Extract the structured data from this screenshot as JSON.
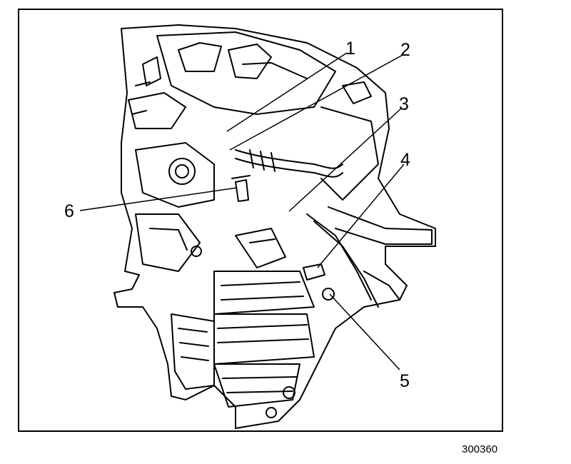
{
  "callouts": [
    {
      "id": "1",
      "label": "1"
    },
    {
      "id": "2",
      "label": "2"
    },
    {
      "id": "3",
      "label": "3"
    },
    {
      "id": "4",
      "label": "4"
    },
    {
      "id": "5",
      "label": "5"
    },
    {
      "id": "6",
      "label": "6"
    }
  ],
  "figure_id": "300360",
  "colors": {
    "ink": "#000000",
    "paper": "#ffffff"
  }
}
